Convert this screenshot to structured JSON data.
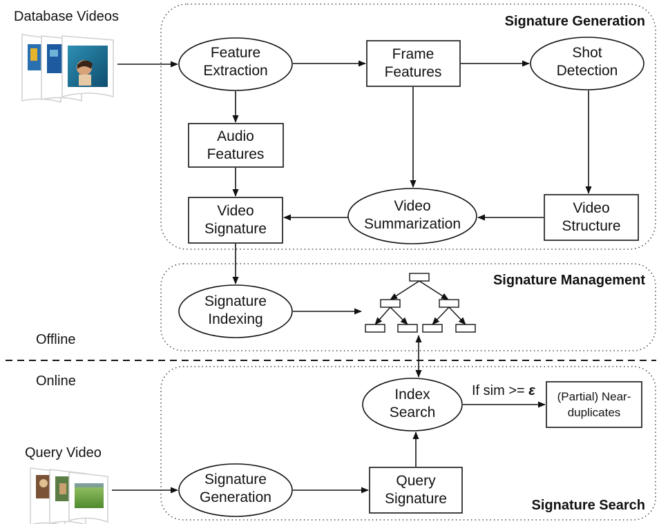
{
  "sections": {
    "generation": "Signature Generation",
    "management": "Signature Management",
    "search": "Signature Search"
  },
  "labels": {
    "database_videos": "Database Videos",
    "query_video": "Query Video",
    "offline": "Offline",
    "online": "Online",
    "condition_prefix": "If sim >= ",
    "condition_symbol": "ε"
  },
  "nodes": {
    "feature_extraction": [
      "Feature",
      "Extraction"
    ],
    "frame_features": [
      "Frame",
      "Features"
    ],
    "shot_detection": [
      "Shot",
      "Detection"
    ],
    "audio_features": [
      "Audio",
      "Features"
    ],
    "video_signature": [
      "Video",
      "Signature"
    ],
    "video_summarization": [
      "Video",
      "Summarization"
    ],
    "video_structure": [
      "Video",
      "Structure"
    ],
    "signature_indexing": [
      "Signature",
      "Indexing"
    ],
    "index_search": [
      "Index",
      "Search"
    ],
    "near_duplicates": [
      "(Partial) Near-",
      "duplicates"
    ],
    "signature_generation": [
      "Signature",
      "Generation"
    ],
    "query_signature": [
      "Query",
      "Signature"
    ]
  },
  "colors": {
    "stroke": "#111111",
    "dotted": "#444444",
    "film_edge": "#cfcfcf"
  }
}
